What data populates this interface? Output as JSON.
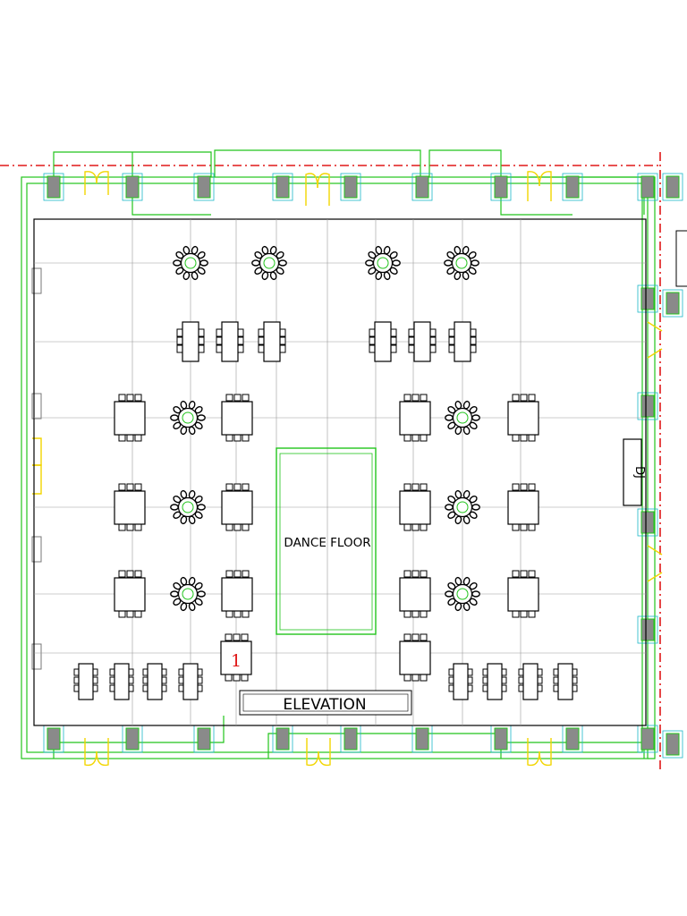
{
  "plan": {
    "labels": {
      "dance_floor": "DANCE FLOOR",
      "elevation": "ELEVATION",
      "dj": "DJ",
      "table_number": "1"
    }
  }
}
